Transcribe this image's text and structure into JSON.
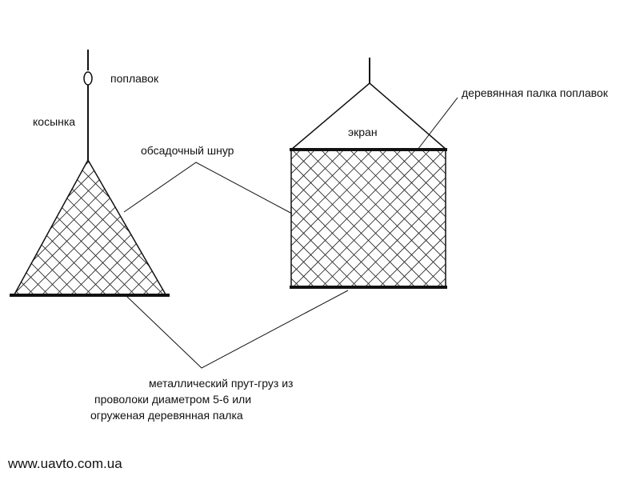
{
  "labels": {
    "float": "поплавок",
    "kerchief": "косынка",
    "cord": "обсадочный шнур",
    "screen": "экран",
    "wood_stick": "деревянная палка поплавок",
    "weight_lines": [
      "металлический прут-груз  из",
      "проволоки диаметром 5-6 или",
      "огруженая деревянная палка"
    ]
  },
  "footer": "www.uavto.com.ua",
  "colors": {
    "line": "#111111",
    "background": "#ffffff"
  }
}
